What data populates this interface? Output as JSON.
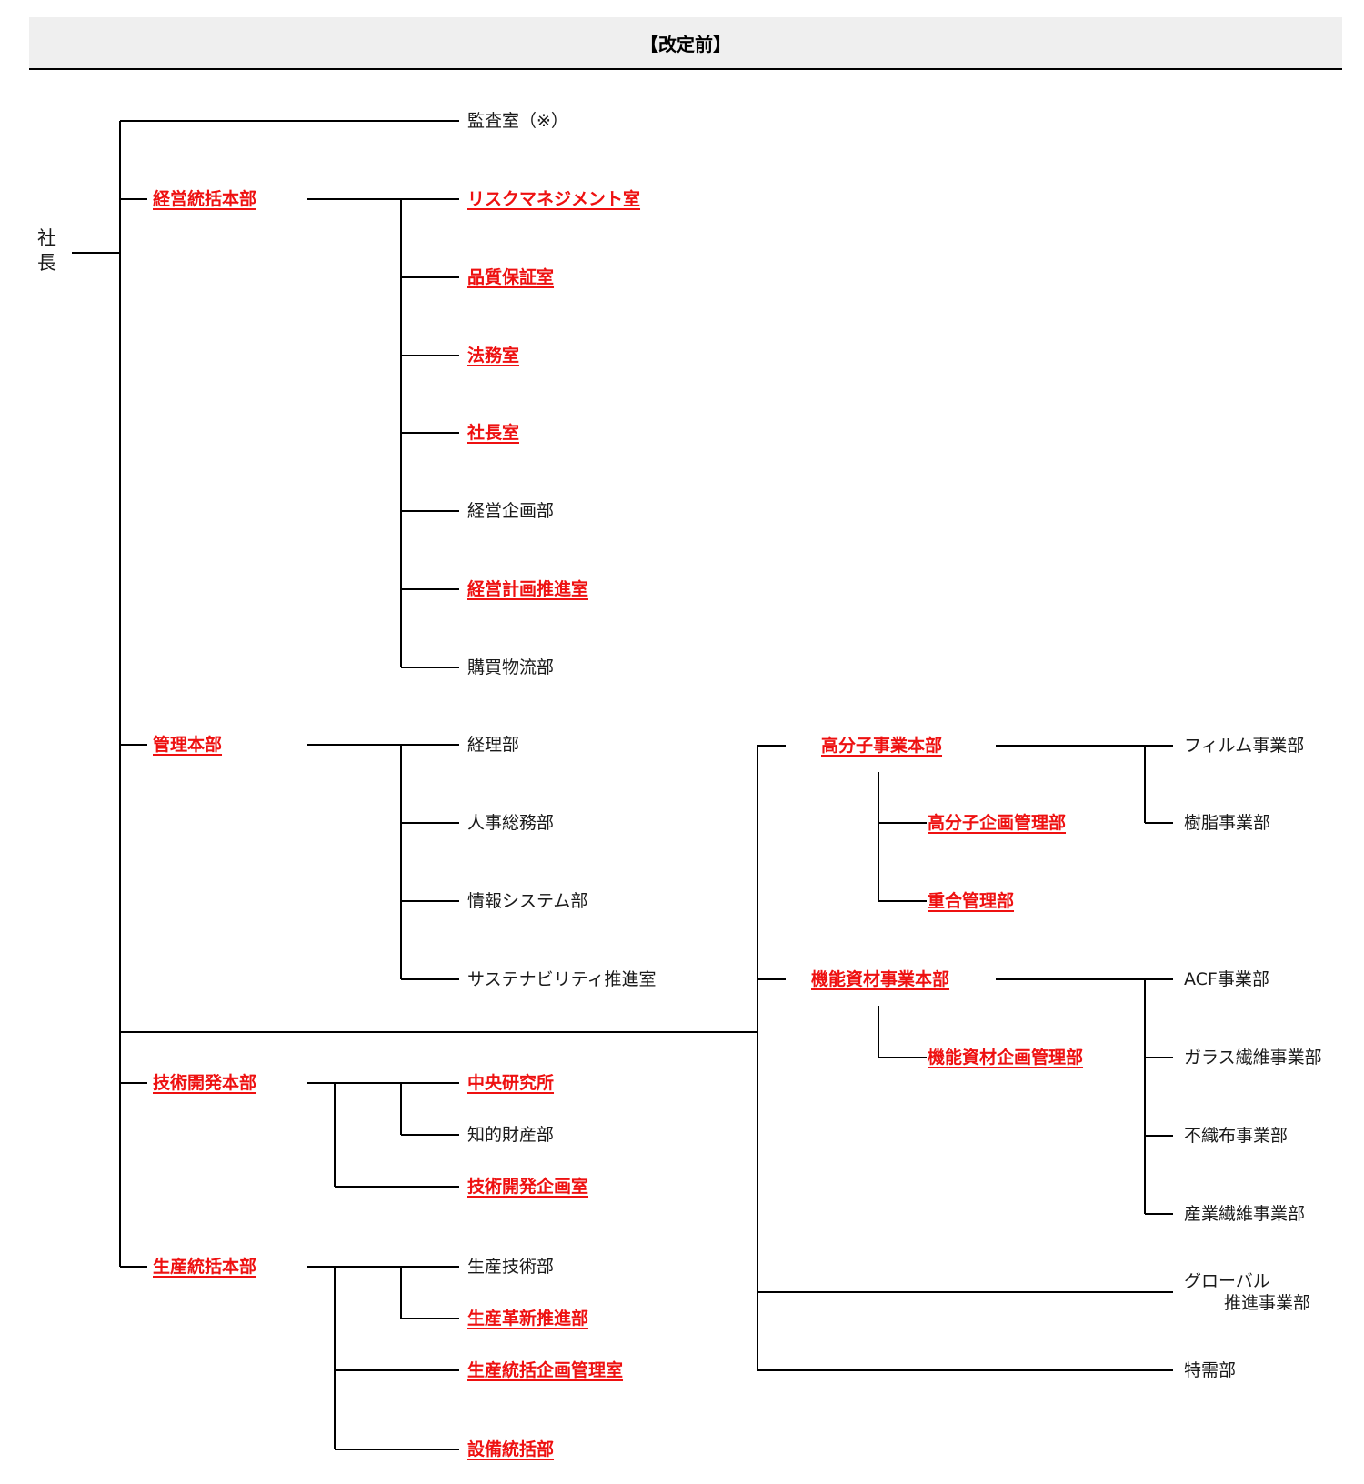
{
  "title": "【改定前】",
  "president": {
    "char1": "社",
    "char2": "長"
  },
  "audit_office": "監査室（※）",
  "management_integration_hq": {
    "label": "経営統括本部",
    "children": [
      "リスクマネジメント室",
      "品質保証室",
      "法務室",
      "社長室",
      "経営企画部",
      "経営計画推進室",
      "購買物流部"
    ]
  },
  "administration_hq": {
    "label": "管理本部",
    "children": [
      "経理部",
      "人事総務部",
      "情報システム部",
      "サステナビリティ推進室"
    ]
  },
  "tech_dev_hq": {
    "label": "技術開発本部",
    "children": [
      "中央研究所",
      "知的財産部",
      "技術開発企画室"
    ]
  },
  "production_hq": {
    "label": "生産統括本部",
    "children": [
      "生産技術部",
      "生産革新推進部",
      "生産統括企画管理室",
      "設備統括部"
    ]
  },
  "polymer_hq": {
    "label": "高分子事業本部",
    "planning": [
      "高分子企画管理部",
      "重合管理部"
    ],
    "divisions": [
      "フィルム事業部",
      "樹脂事業部"
    ]
  },
  "functional_materials_hq": {
    "label": "機能資材事業本部",
    "planning": [
      "機能資材企画管理部"
    ],
    "divisions": [
      "ACF事業部",
      "ガラス繊維事業部",
      "不織布事業部",
      "産業繊維事業部"
    ]
  },
  "global_promotion": {
    "line1": "グローバル",
    "line2": "推進事業部"
  },
  "special_demand": "特需部"
}
